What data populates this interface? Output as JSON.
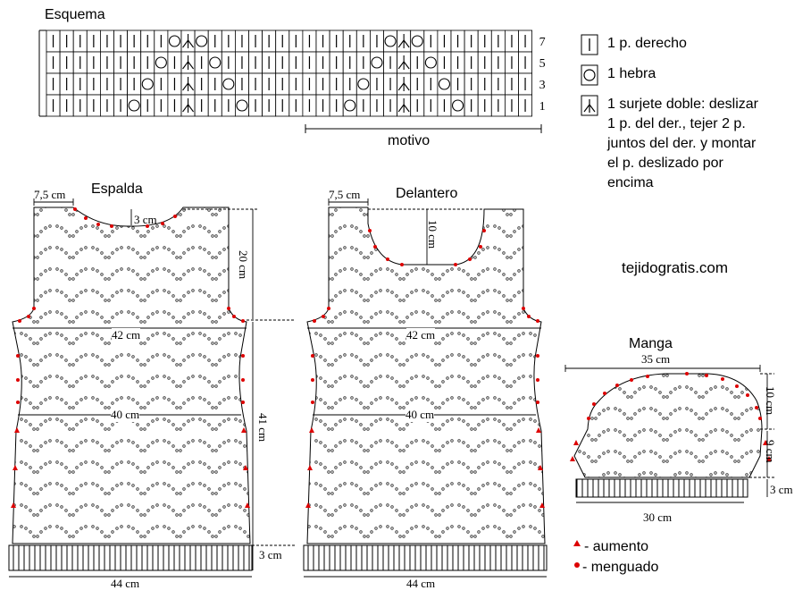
{
  "chart": {
    "title": "Esquema",
    "row_numbers": [
      "7",
      "5",
      "3",
      "1"
    ],
    "motif_label": "motivo",
    "rows": [
      "IIIIIIIIIOYOIIIIIIIIIIIIIOYOIIIIIIII",
      "IIIIIIIIOIYIOIIIIIIIIIIIOIYIOIIIIIII",
      "IIIIIIIOIIYIIOIIIIIIIIIOIIYIIOIIIIII",
      "IIIIIIOIIIYIIIOIIIIIIIOIIIYIIIOIIIII"
    ]
  },
  "legend": {
    "knit": "1 p. derecho",
    "yarnover": "1 hebra",
    "double_dec_lines": [
      "1 surjete doble: deslizar",
      "1 p. del der., tejer 2 p.",
      "juntos del der. y montar",
      "el p. deslizado por",
      "encima"
    ]
  },
  "website": "tejidogratis.com",
  "back": {
    "title": "Espalda",
    "shoulder": "7,5 cm",
    "neck_depth": "3 cm",
    "armhole_height": "20 cm",
    "chest_width": "42 cm",
    "waist_width": "40 cm",
    "body_height": "41 cm",
    "rib_height": "3 cm",
    "bottom_width": "44 cm"
  },
  "front": {
    "title": "Delantero",
    "shoulder": "7,5 cm",
    "neck_depth": "10 cm",
    "chest_width": "42 cm",
    "waist_width": "40 cm",
    "bottom_width": "44 cm"
  },
  "sleeve": {
    "title": "Manga",
    "top_width": "35 cm",
    "cap_height": "10 cm",
    "body_height": "9 cm",
    "cuff_height": "3 cm",
    "bottom_width": "30 cm"
  },
  "key": {
    "increase": "- aumento",
    "decrease": "- menguado"
  },
  "colors": {
    "marker": "#dd0000",
    "line": "#000000",
    "pattern": "#333333"
  }
}
